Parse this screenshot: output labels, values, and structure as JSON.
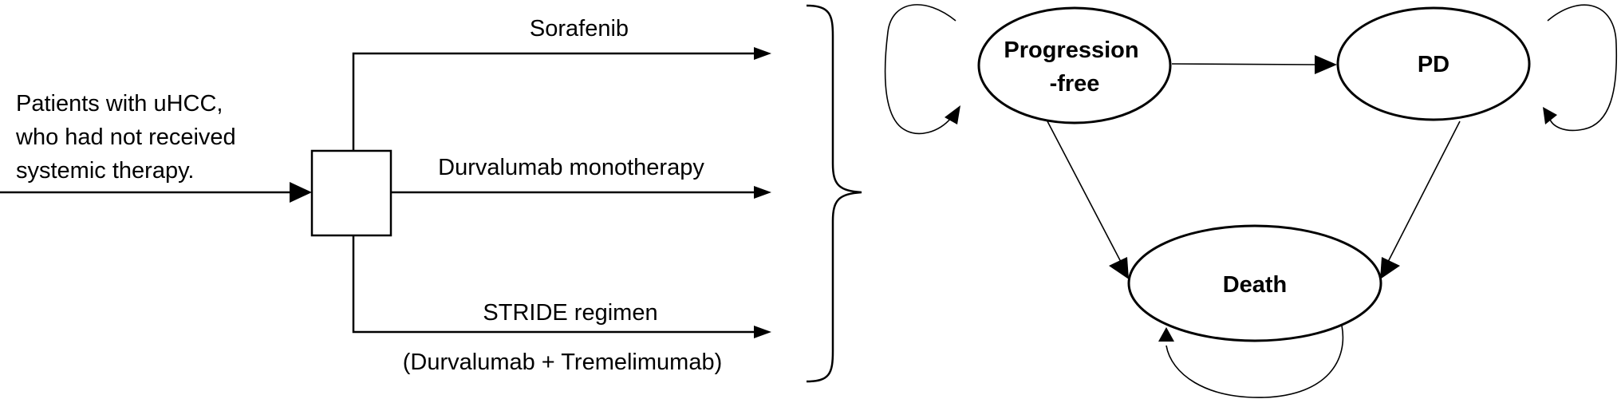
{
  "decision_tree": {
    "population_lines": [
      "Patients with uHCC,",
      "who had not received",
      "systemic therapy."
    ],
    "arms": [
      {
        "label": "Sorafenib"
      },
      {
        "label": "Durvalumab monotherapy"
      },
      {
        "label": "STRIDE regimen",
        "sublabel": "(Durvalumab + Tremelimumab)"
      }
    ]
  },
  "markov_model": {
    "states": {
      "progression_free": [
        "Progression",
        "-free"
      ],
      "progressed_disease": "PD",
      "death": "Death"
    }
  },
  "colors": {
    "stroke": "#000000",
    "background": "#ffffff"
  }
}
